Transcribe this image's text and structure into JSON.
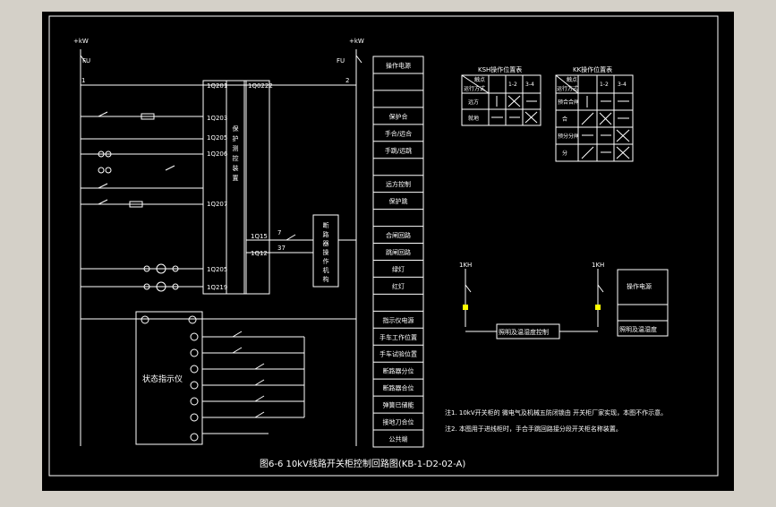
{
  "canvas": {
    "background": "#000000",
    "frame_color": "#d4d0c8",
    "line_color": "#ffffff",
    "highlight_color": "#ffff00"
  },
  "bus": {
    "left_top": "+kW",
    "right_top": "+kW",
    "left_num": "1",
    "right_num": "2",
    "left_fuse": "FU",
    "right_fuse": "FU"
  },
  "cabinet_terminals": [
    "1Q201",
    "1Q203",
    "1Q205",
    "1Q206",
    "1Q207",
    "1Q205",
    "1Q219"
  ],
  "top_terminal_right": "1Q0222",
  "relay_terminals": [
    "1Q15",
    "1Q12"
  ],
  "protect_device_label": "保护测控装置",
  "wire_labels": [
    "7",
    "37"
  ],
  "signal_box_label": "断路器操作机构",
  "function_table": [
    "操作电源",
    "",
    "",
    "保护合",
    "手合/远合",
    "手跳/远跳",
    "",
    "远方控制",
    "保护跳",
    "",
    "合闸回路",
    "跳闸回路",
    "绿灯",
    "红灯",
    "",
    "指示仪电源",
    "手车工作位置",
    "手车试验位置",
    "断路器分位",
    "断路器合位",
    "弹簧已储能",
    "接地刀合位",
    "公共端"
  ],
  "status_indicator_label": "状态指示仪",
  "ksh_table": {
    "title": "KSH操作位置表",
    "corner_top": "触点",
    "corner_bottom": "运行方式",
    "cols": [
      "1-2",
      "3-4"
    ],
    "rows": [
      {
        "label": "远方",
        "cells": [
          "hand",
          "x",
          "dash"
        ]
      },
      {
        "label": "就地",
        "cells": [
          "arrow",
          "dash",
          "x"
        ]
      }
    ]
  },
  "kk_table": {
    "title": "KK操作位置表",
    "corner_top": "触点",
    "corner_bottom": "运行方式",
    "cols": [
      "1-2",
      "3-4"
    ],
    "rows": [
      {
        "label": "预合合闸",
        "cells": [
          "up",
          "dash",
          "dash"
        ]
      },
      {
        "label": "合",
        "cells": [
          "diag",
          "x",
          "dash"
        ]
      },
      {
        "label": "预分分闸",
        "cells": [
          "left",
          "dash",
          "x"
        ]
      },
      {
        "label": "分",
        "cells": [
          "diag",
          "dash",
          "x"
        ]
      }
    ]
  },
  "lower_right": {
    "left_label": "1KH",
    "right_label": "1KH",
    "box_label": "照明及温湿度控制",
    "table": [
      "操作电源",
      "",
      "照明及温湿度"
    ]
  },
  "notes": [
    "注1. 10kV开关柜的 微电气及机械五防闭锁由 开关柜厂家实现，本图不作示意。",
    "注2. 本图用于进线柜时，手合手跳回路接分段开关柜名称装置。"
  ],
  "caption": "图6-6 10kV线路开关柜控制回路图(KB-1-D2-02-A)"
}
